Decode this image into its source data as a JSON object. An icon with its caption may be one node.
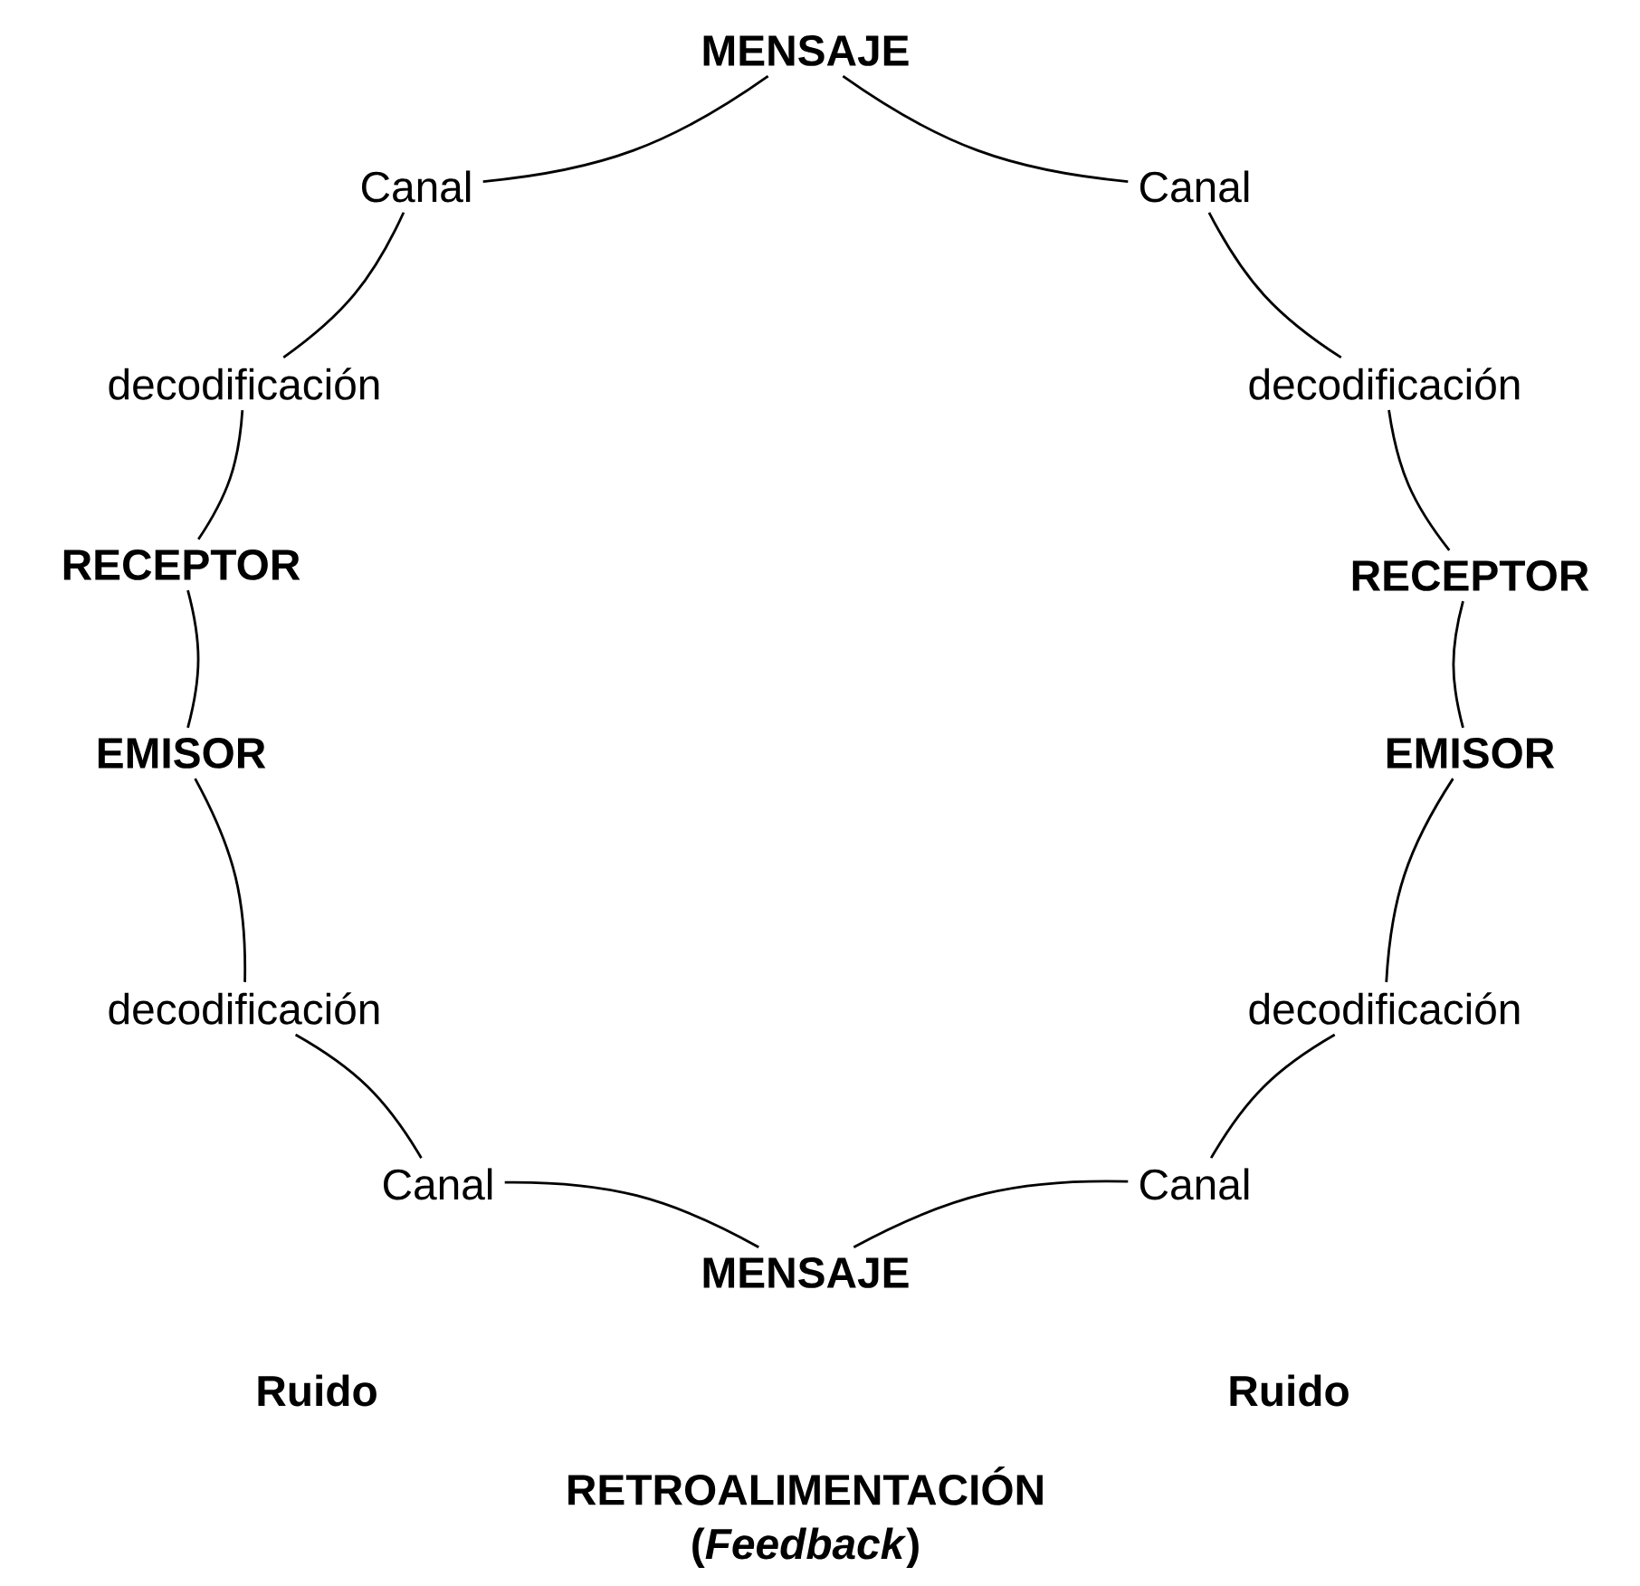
{
  "diagram": {
    "nodes": [
      {
        "text": [
          "MENSAJE"
        ]
      },
      {
        "text": [
          "Canal"
        ]
      },
      {
        "text": [
          "Canal"
        ]
      },
      {
        "text": [
          "decodificación"
        ]
      },
      {
        "text": [
          "decodificación"
        ]
      },
      {
        "text": [
          "RECEPTOR"
        ]
      },
      {
        "text": [
          "RECEPTOR"
        ]
      },
      {
        "text": [
          "EMISOR"
        ]
      },
      {
        "text": [
          "EMISOR"
        ]
      },
      {
        "text": [
          "decodificación"
        ]
      },
      {
        "text": [
          "decodificación"
        ]
      },
      {
        "text": [
          "Canal"
        ]
      },
      {
        "text": [
          "Canal"
        ]
      },
      {
        "text": [
          "MENSAJE"
        ]
      }
    ],
    "edges": [
      {
        "from": 1,
        "to": 0,
        "arrow": "none"
      },
      {
        "from": 0,
        "to": 2,
        "arrow": "none"
      },
      {
        "from": 3,
        "to": 1,
        "arrow": "none"
      },
      {
        "from": 2,
        "to": 4,
        "arrow": "none"
      },
      {
        "from": 5,
        "to": 3,
        "arrow": "none"
      },
      {
        "from": 4,
        "to": 6,
        "arrow": "none"
      },
      {
        "from": 7,
        "to": 5,
        "arrow": "none"
      },
      {
        "from": 6,
        "to": 8,
        "arrow": "none"
      },
      {
        "from": 9,
        "to": 7,
        "arrow": "none"
      },
      {
        "from": 8,
        "to": 10,
        "arrow": "none"
      },
      {
        "from": 11,
        "to": 9,
        "arrow": "none"
      },
      {
        "from": 10,
        "to": 12,
        "arrow": "none"
      },
      {
        "from": 11,
        "to": 13,
        "arrow": "none"
      },
      {
        "from": 13,
        "to": 12,
        "arrow": "none"
      }
    ],
    "labels": [
      "Ruido",
      "Ruido",
      "RETROALIMENTACIÓN (*Feedback*)"
    ]
  }
}
